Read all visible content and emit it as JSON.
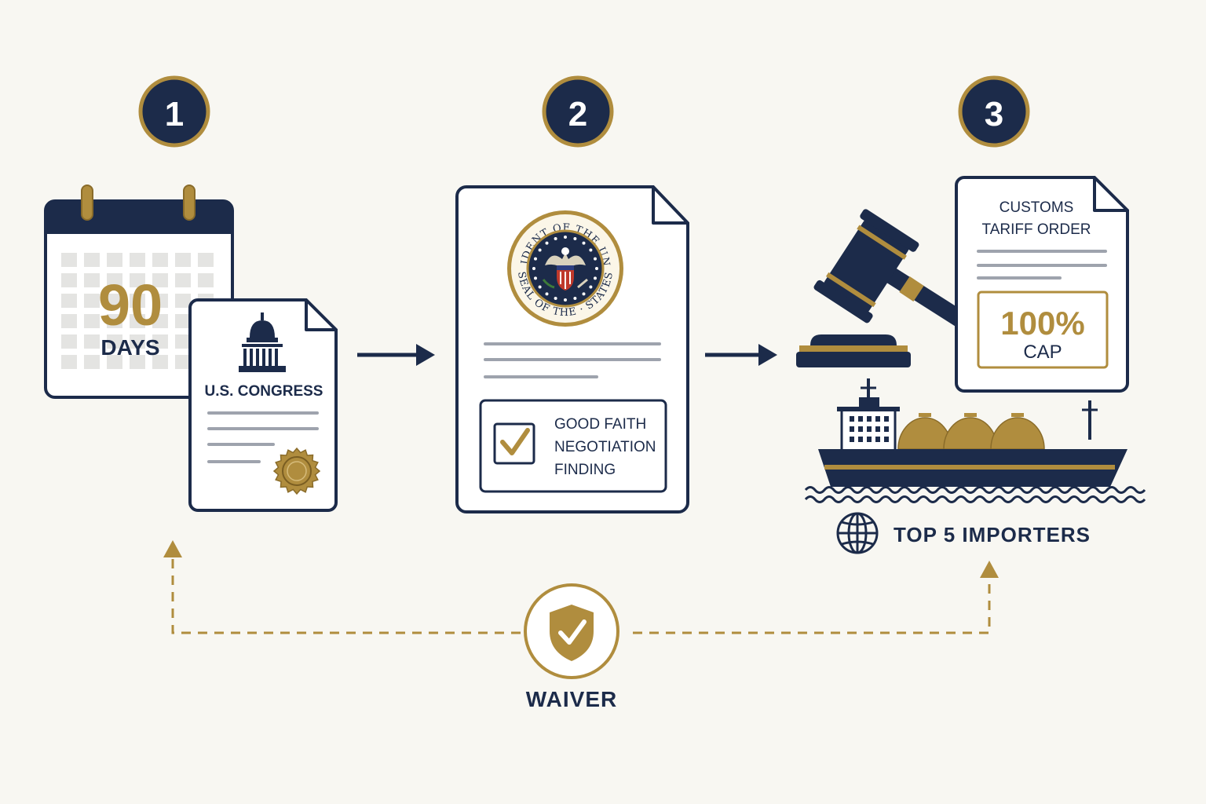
{
  "colors": {
    "navy": "#1c2b4a",
    "gold": "#b08d3e",
    "background": "#f8f7f2",
    "gray_line": "#9ea3ad",
    "calendar_cell": "#e4e4e2"
  },
  "steps": [
    {
      "number": "1"
    },
    {
      "number": "2"
    },
    {
      "number": "3"
    }
  ],
  "step1": {
    "calendar_number": "90",
    "calendar_unit": "DAYS",
    "document_title": "U.S. CONGRESS",
    "icons": [
      "calendar-icon",
      "capitol-icon",
      "seal-icon"
    ]
  },
  "step2": {
    "seal_text": "SEAL OF THE PRESIDENT OF THE UNITED STATES",
    "finding_line1": "GOOD FAITH",
    "finding_line2": "NEGOTIATION",
    "finding_line3": "FINDING",
    "icons": [
      "presidential-seal-icon",
      "checkbox-icon"
    ]
  },
  "step3": {
    "order_title_line1": "CUSTOMS",
    "order_title_line2": "TARIFF ORDER",
    "cap_value": "100%",
    "cap_label": "CAP",
    "importers_label": "TOP 5 IMPORTERS",
    "icons": [
      "gavel-icon",
      "lng-ship-icon",
      "globe-icon"
    ]
  },
  "waiver": {
    "label": "WAIVER",
    "icon": "shield-check-icon"
  }
}
